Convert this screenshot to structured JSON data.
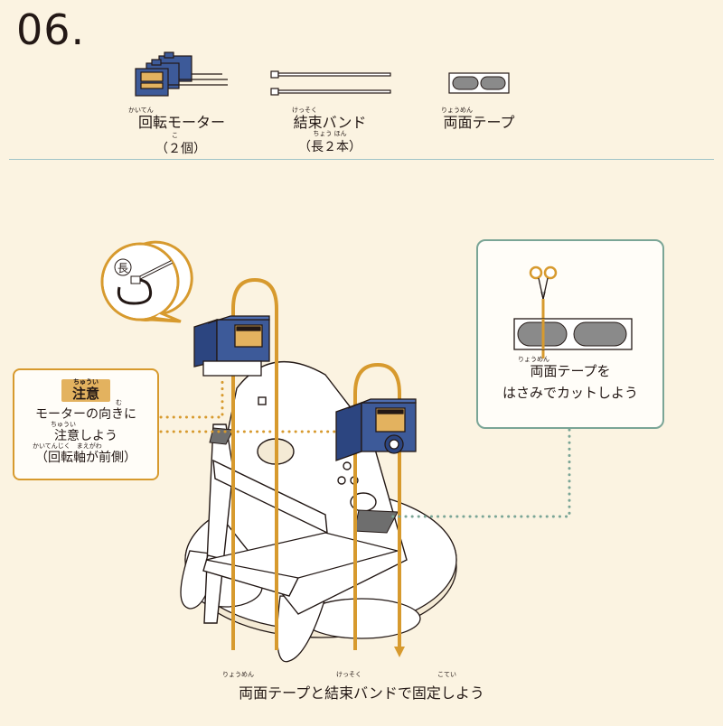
{
  "step": {
    "number": "06."
  },
  "parts": [
    {
      "ruby": "かいてん",
      "name": "回転モーター",
      "qty_ruby": "こ",
      "qty": "（２個）",
      "icon": "servo-motor-icon"
    },
    {
      "ruby": "けっそく",
      "name": "結束バンド",
      "qty_ruby": "ちょう ほん",
      "qty": "（長２本）",
      "icon": "cable-tie-icon"
    },
    {
      "ruby": "りょうめん",
      "name": "両面テープ",
      "icon": "double-sided-tape-icon"
    }
  ],
  "inset": {
    "label": "長"
  },
  "caution": {
    "title_ruby": "ちゅうい",
    "title": "注意",
    "line1_ruby": "む",
    "line1": "モーターの向きに",
    "line2_ruby": "ちゅうい",
    "line2": "注意しよう",
    "line3_ruby": "かいてんじく　まえがわ",
    "line3": "（回転軸が前側）"
  },
  "tape_tip": {
    "line1_ruby": "りょうめん",
    "line1": "両面テープを",
    "line2": "はさみでカットしよう",
    "icon": "scissors-icon"
  },
  "footer": {
    "ruby1": "りょうめん",
    "ruby2": "けっそく",
    "ruby3": "こてい",
    "caption": "両面テープと結束バンドで固定しよう"
  },
  "colors": {
    "background": "#fbf3e1",
    "accent_orange": "#d79a2e",
    "accent_green": "#7aa596",
    "motor_blue": "#3d5a99",
    "divider": "#9fc3c8"
  }
}
